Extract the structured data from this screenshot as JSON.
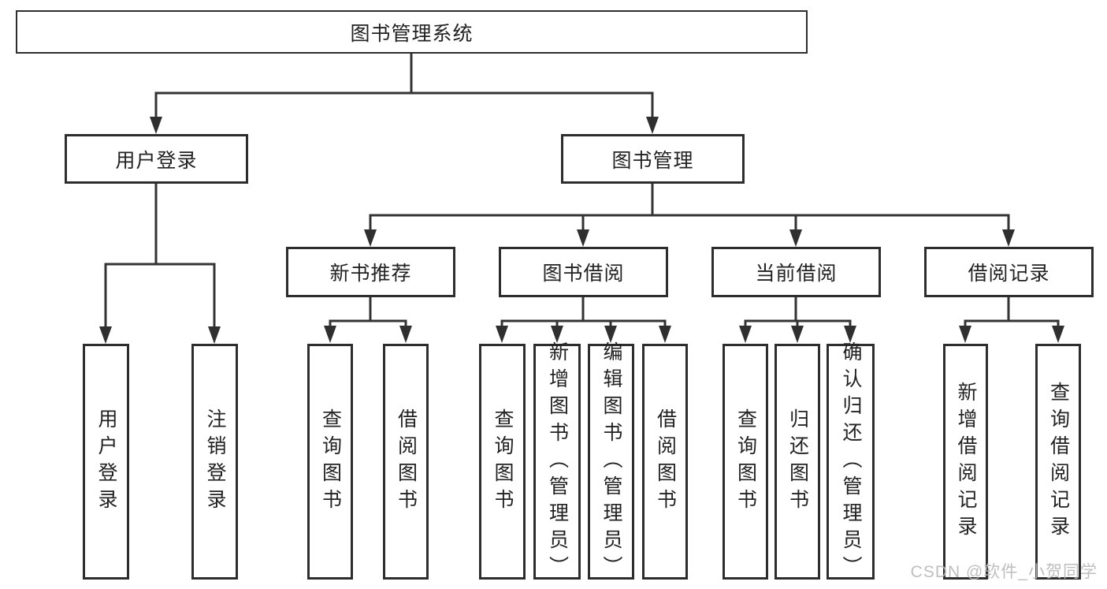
{
  "page": {
    "background_color": "#ffffff",
    "line_color": "#333333",
    "box_border_color": "#2d2d2d",
    "text_color": "#222222",
    "watermark_color": "#b9b9b9"
  },
  "watermark": {
    "text": "CSDN @软件_小贺同学"
  },
  "tree": {
    "root": {
      "label": "图书管理系统"
    },
    "level2": [
      {
        "label": "用户登录",
        "children": [
          {
            "label": "用户登录"
          },
          {
            "label": "注销登录"
          }
        ]
      },
      {
        "label": "图书管理",
        "children": [
          {
            "label": "新书推荐",
            "children": [
              {
                "label": "查询图书"
              },
              {
                "label": "借阅图书"
              }
            ]
          },
          {
            "label": "图书借阅",
            "children": [
              {
                "label": "查询图书"
              },
              {
                "label": "新增图书（管理员）"
              },
              {
                "label": "编辑图书（管理员）"
              },
              {
                "label": "借阅图书"
              }
            ]
          },
          {
            "label": "当前借阅",
            "children": [
              {
                "label": "查询图书"
              },
              {
                "label": "归还图书"
              },
              {
                "label": "确认归还（管理员）"
              }
            ]
          },
          {
            "label": "借阅记录",
            "children": [
              {
                "label": "新增借阅记录"
              },
              {
                "label": "查询借阅记录"
              }
            ]
          }
        ]
      }
    ]
  }
}
